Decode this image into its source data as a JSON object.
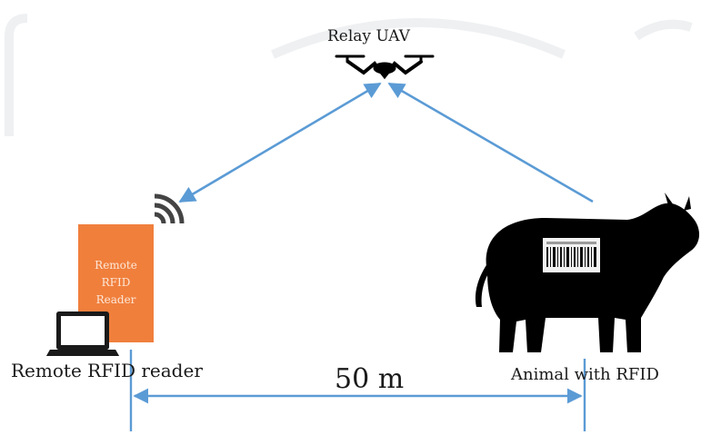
{
  "uav": {
    "label": "Relay UAV"
  },
  "reader": {
    "box_text": "Remote\nRFID\nReader",
    "caption": "Remote RFID reader"
  },
  "animal": {
    "caption": "Animal with RFID"
  },
  "distance": {
    "label": "50 m"
  },
  "colors": {
    "arrow": "#5b9bd5",
    "reader_box": "#f07f3c",
    "silhouette": "#000000",
    "text": "#1a1a1a"
  },
  "icons": [
    "drone-icon",
    "wifi-signal-icon",
    "laptop-icon",
    "cow-silhouette",
    "barcode-tag-icon"
  ]
}
